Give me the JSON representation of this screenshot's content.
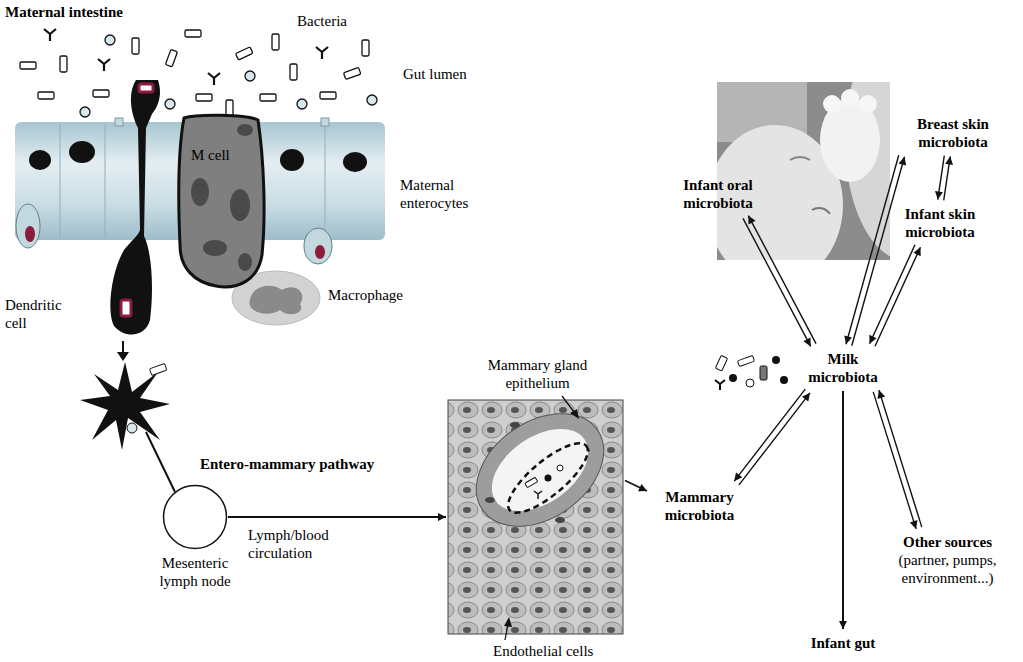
{
  "diagram": {
    "nodes": [
      {
        "text": [
          "Mesenteric lymph node"
        ]
      },
      {
        "text": [
          "Mammary gland epithelium",
          "Endothelial cells"
        ]
      },
      {
        "text": [
          "Mammary microbiota"
        ]
      },
      {
        "text": [
          "Milk microbiota"
        ]
      },
      {
        "text": [
          "Infant oral microbiota"
        ]
      },
      {
        "text": [
          "Breast skin microbiota"
        ]
      },
      {
        "text": [
          "Infant skin microbiota"
        ]
      },
      {
        "text": [
          "Other sources",
          "(partner, pumps, environment...)"
        ]
      },
      {
        "text": [
          "Infant gut"
        ]
      }
    ],
    "edges": [
      {
        "from": 0,
        "to": 1,
        "arrow": "to",
        "label": "Lymph/blood circulation"
      },
      {
        "from": 1,
        "to": 2,
        "arrow": "to"
      },
      {
        "from": 3,
        "to": 2,
        "arrow": "both"
      },
      {
        "from": 3,
        "to": 4,
        "arrow": "both"
      },
      {
        "from": 3,
        "to": 5,
        "arrow": "both"
      },
      {
        "from": 3,
        "to": 6,
        "arrow": "both"
      },
      {
        "from": 5,
        "to": 6,
        "arrow": "both"
      },
      {
        "from": 3,
        "to": 7,
        "arrow": "both"
      },
      {
        "from": 3,
        "to": 8,
        "arrow": "to"
      }
    ],
    "labels": [
      "Maternal intestine",
      "Bacteria",
      "Gut lumen",
      "Maternal enterocytes",
      "M cell",
      "Dendritic cell",
      "Macrophage",
      "Entero-mammary pathway"
    ]
  }
}
